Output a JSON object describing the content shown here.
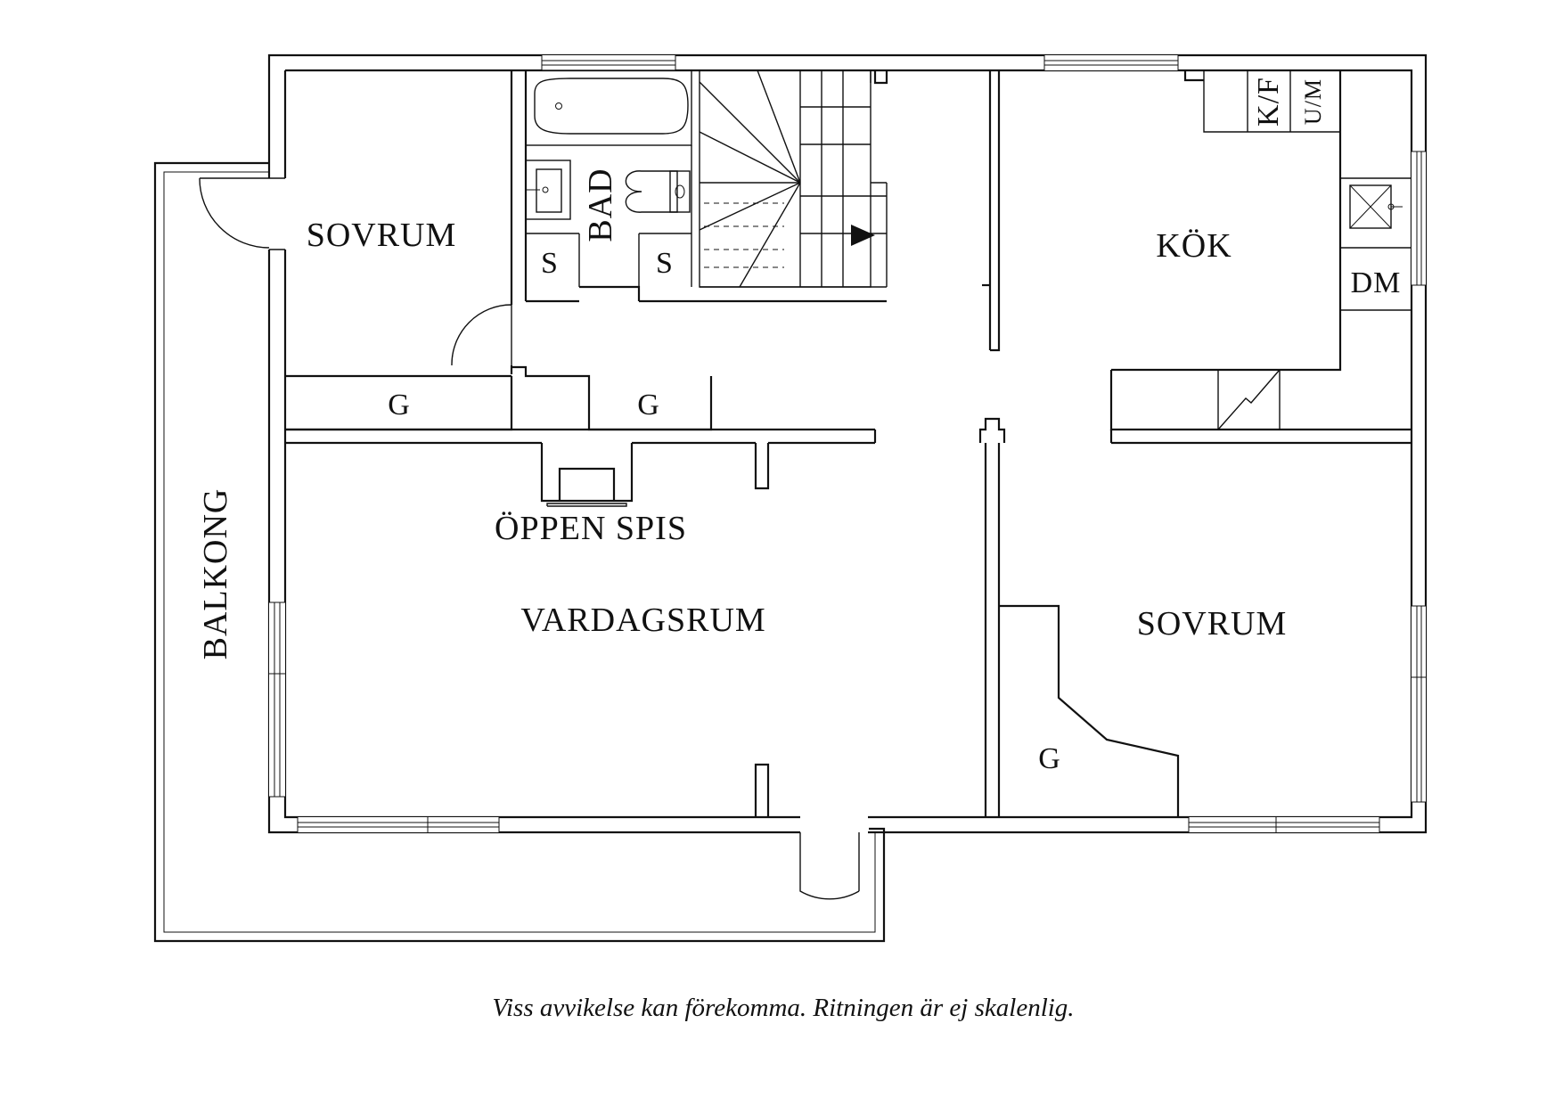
{
  "labels": {
    "sovrum_west": "SOVRUM",
    "bad": "BAD",
    "s1": "S",
    "s2": "S",
    "kok": "KÖK",
    "kf": "K/F",
    "um": "U/M",
    "dm": "DM",
    "g_west": "G",
    "g_center": "G",
    "oppen_spis": "ÖPPEN SPIS",
    "vardagsrum": "VARDAGSRUM",
    "sovrum_east": "SOVRUM",
    "g_east": "G",
    "balkong": "BALKONG"
  },
  "caption": "Viss avvikelse kan förekomma. Ritningen är ej skalenlig."
}
